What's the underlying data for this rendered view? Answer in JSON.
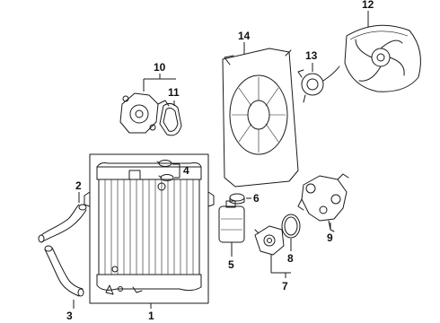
{
  "diagram": {
    "type": "exploded-parts-diagram",
    "callouts": [
      {
        "id": "c1",
        "text": "1"
      },
      {
        "id": "c2",
        "text": "2"
      },
      {
        "id": "c3",
        "text": "3"
      },
      {
        "id": "c4",
        "text": "4"
      },
      {
        "id": "c5",
        "text": "5"
      },
      {
        "id": "c6",
        "text": "6"
      },
      {
        "id": "c7",
        "text": "7"
      },
      {
        "id": "c8",
        "text": "8"
      },
      {
        "id": "c9",
        "text": "9"
      },
      {
        "id": "c10",
        "text": "10"
      },
      {
        "id": "c11",
        "text": "11"
      },
      {
        "id": "c12",
        "text": "12"
      },
      {
        "id": "c13",
        "text": "13"
      },
      {
        "id": "c14",
        "text": "14"
      }
    ],
    "line_color": "#1a1a1a",
    "background": "#ffffff"
  }
}
